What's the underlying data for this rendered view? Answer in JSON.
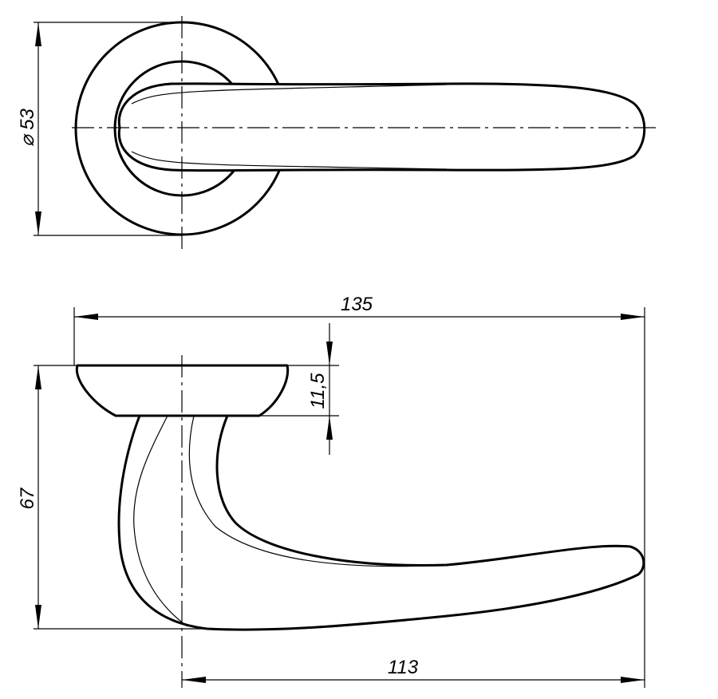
{
  "dimensions": {
    "rosette_diameter": "⌀ 53",
    "overall_length": "135",
    "rosette_height": "11,5",
    "overall_height": "67",
    "handle_reach": "113"
  }
}
